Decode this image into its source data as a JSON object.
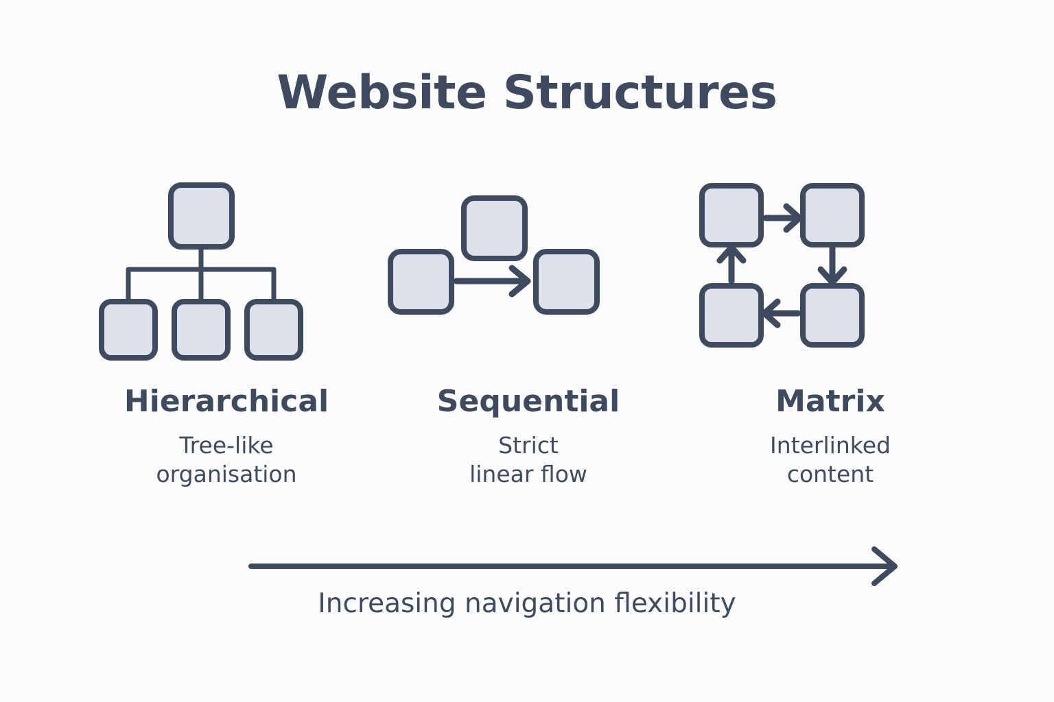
{
  "page": {
    "title": "Website Structures",
    "background_color": "#fcfcfd",
    "ink_color": "#3e4b5e",
    "node_fill_color": "#dde1ea",
    "node_stroke_color": "#3e4b5e"
  },
  "columns": [
    {
      "key": "hierarchical",
      "heading": "Hierarchical",
      "caption": "Tree-like\norganisation",
      "diagram": "tree",
      "nodes": 4,
      "arrows": 0
    },
    {
      "key": "sequential",
      "heading": "Sequential",
      "caption": "Strict\nlinear flow",
      "diagram": "linear",
      "nodes": 3,
      "arrows": 1
    },
    {
      "key": "matrix",
      "heading": "Matrix",
      "caption": "Interlinked\ncontent",
      "diagram": "grid-cycle",
      "nodes": 4,
      "arrows": 4
    }
  ],
  "axis": {
    "label": "Increasing navigation flexibility",
    "direction": "right"
  }
}
